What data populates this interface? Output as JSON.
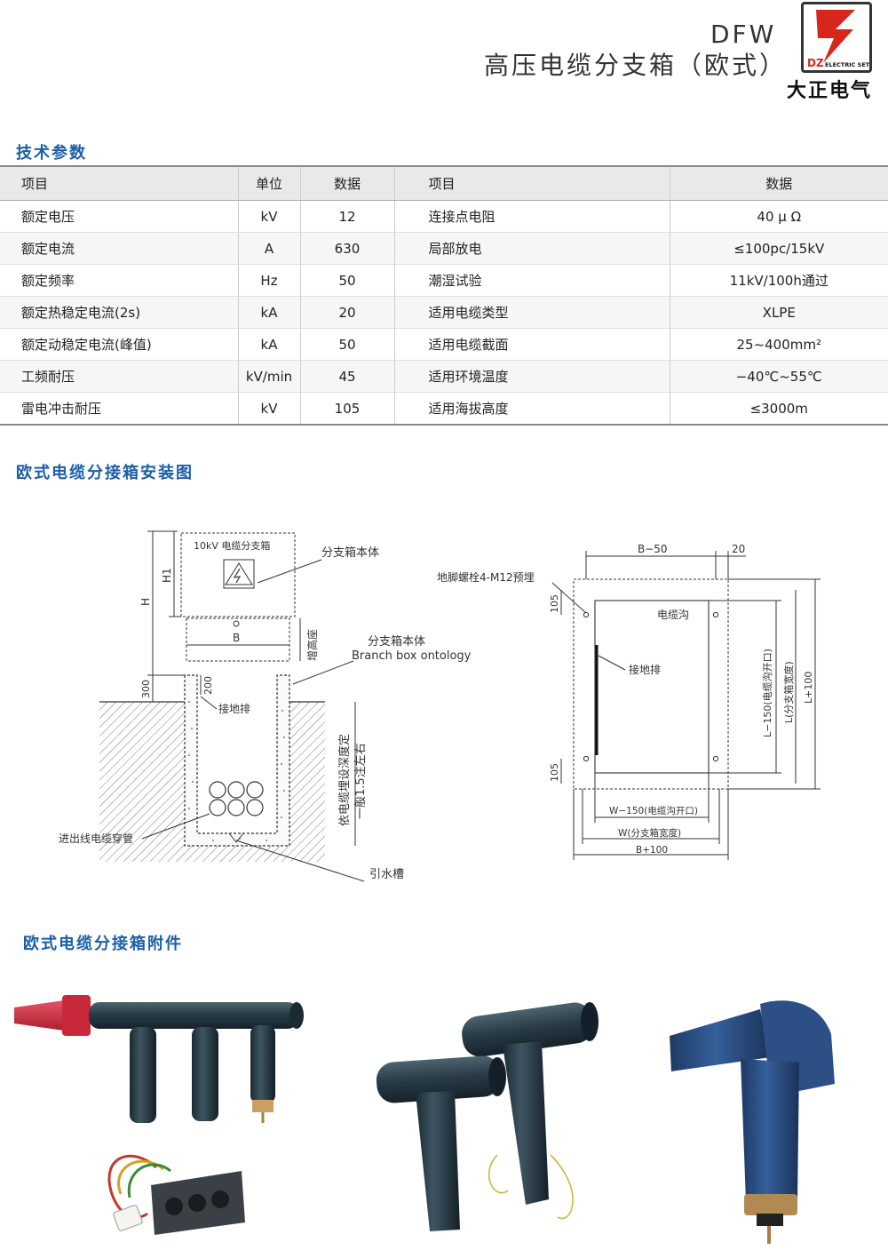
{
  "header": {
    "model": "DFW",
    "title": "高压电缆分支箱（欧式）"
  },
  "logo": {
    "mark": "DZ",
    "mark_sub": "ELECTRIC SET",
    "brand": "大正电气"
  },
  "section1": {
    "title": "技术参数"
  },
  "table": {
    "headers": [
      "项目",
      "单位",
      "数据",
      "项目",
      "数据"
    ],
    "rows": [
      [
        "额定电压",
        "kV",
        "12",
        "连接点电阻",
        "40 μ Ω"
      ],
      [
        "额定电流",
        "A",
        "630",
        "局部放电",
        "≤100pc/15kV"
      ],
      [
        "额定频率",
        "Hz",
        "50",
        "潮湿试验",
        "11kV/100h通过"
      ],
      [
        "额定热稳定电流(2s)",
        "kA",
        "20",
        "适用电缆类型",
        "XLPE"
      ],
      [
        "额定动稳定电流(峰值)",
        "kA",
        "50",
        "适用电缆截面",
        "25~400mm²"
      ],
      [
        "工频耐压",
        "kV/min",
        "45",
        "适用环境温度",
        "−40℃~55℃"
      ],
      [
        "雷电冲击耐压",
        "kV",
        "105",
        "适用海拔高度",
        "≤3000m"
      ]
    ]
  },
  "section2": {
    "title": "欧式电缆分接箱安装图"
  },
  "diagram": {
    "box_label": "10kV 电缆分支箱",
    "label_body": "分支箱本体",
    "label_body2": "分支箱本体",
    "label_body2_en": "Branch box ontology",
    "label_seat": "增高座",
    "label_ground": "接地排",
    "label_pipe": "进出线电缆穿管",
    "label_drain": "引水槽",
    "label_depth1": "依电缆埋设深度定",
    "label_depth2": "一般1.5注左右",
    "dim_H": "H",
    "dim_H1": "H1",
    "dim_B": "B",
    "dim_300": "300",
    "dim_200": "200",
    "plan_bolt": "地脚螺栓4-M12预埋",
    "plan_trench": "电缆沟",
    "plan_ground": "接地排",
    "plan_b50": "B−50",
    "plan_20": "20",
    "plan_105a": "105",
    "plan_105b": "105",
    "plan_l150": "L−150(电缆沟开口)",
    "plan_l": "L(分支箱宽度)",
    "plan_l100": "L+100",
    "plan_w150": "W−150(电缆沟开口)",
    "plan_w": "W(分支箱宽度)",
    "plan_b100": "B+100"
  },
  "section3": {
    "title": "欧式电缆分接箱附件"
  },
  "colors": {
    "accent": "#1c5fa8",
    "logo_red": "#d7261c",
    "rubber": "#2a3c47",
    "cone": "#cc2a3a",
    "blue_plug": "#2c4f86"
  }
}
